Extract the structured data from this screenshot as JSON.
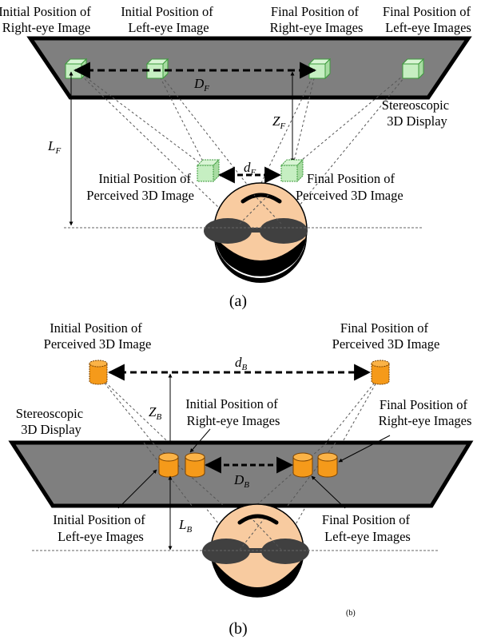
{
  "colors": {
    "display_fill": "#7f7f7f",
    "display_border": "#000000",
    "cube_fill_a": "#c6efc2",
    "cube_stroke_a": "#3c9a3c",
    "cylinder_fill_b": "#f59a1a",
    "cylinder_stroke_b": "#7a4200",
    "face_skin": "#f8cba0",
    "hair_beard": "#000000",
    "glasses": "#404040"
  },
  "panel_a": {
    "labels": {
      "initial_right_eye": [
        "Initial Position of",
        "Right-eye Image"
      ],
      "initial_left_eye": [
        "Initial Position of",
        "Left-eye Image"
      ],
      "final_right_eye": [
        "Final Position of",
        "Right-eye Images"
      ],
      "final_left_eye": [
        "Final Position of",
        "Left-eye Images"
      ],
      "display": [
        "Stereoscopic",
        "3D Display"
      ],
      "initial_perceived": [
        "Initial Position of",
        "Perceived 3D Image"
      ],
      "final_perceived": [
        "Final Position of",
        "Perceived 3D Image"
      ]
    },
    "variables": {
      "D": {
        "base": "D",
        "sub": "F"
      },
      "Z": {
        "base": "Z",
        "sub": "F"
      },
      "L": {
        "base": "L",
        "sub": "F"
      },
      "d": {
        "base": "d",
        "sub": "F"
      }
    },
    "caption": "(a)"
  },
  "panel_b": {
    "labels": {
      "initial_perceived": [
        "Initial Position of",
        "Perceived 3D Image"
      ],
      "final_perceived": [
        "Final Position of",
        "Perceived 3D Image"
      ],
      "display": [
        "Stereoscopic",
        "3D Display"
      ],
      "initial_right_eye": [
        "Initial Position of",
        "Right-eye Images"
      ],
      "final_right_eye": [
        "Final Position of",
        "Right-eye Images"
      ],
      "initial_left_eye": [
        "Initial Position of",
        "Left-eye Images"
      ],
      "final_left_eye": [
        "Final Position of",
        "Left-eye Images"
      ]
    },
    "variables": {
      "d": {
        "base": "d",
        "sub": "B"
      },
      "Z": {
        "base": "Z",
        "sub": "B"
      },
      "D": {
        "base": "D",
        "sub": "B"
      },
      "L": {
        "base": "L",
        "sub": "B"
      }
    },
    "cropped_fragment": "(b)",
    "caption": "(b)"
  }
}
